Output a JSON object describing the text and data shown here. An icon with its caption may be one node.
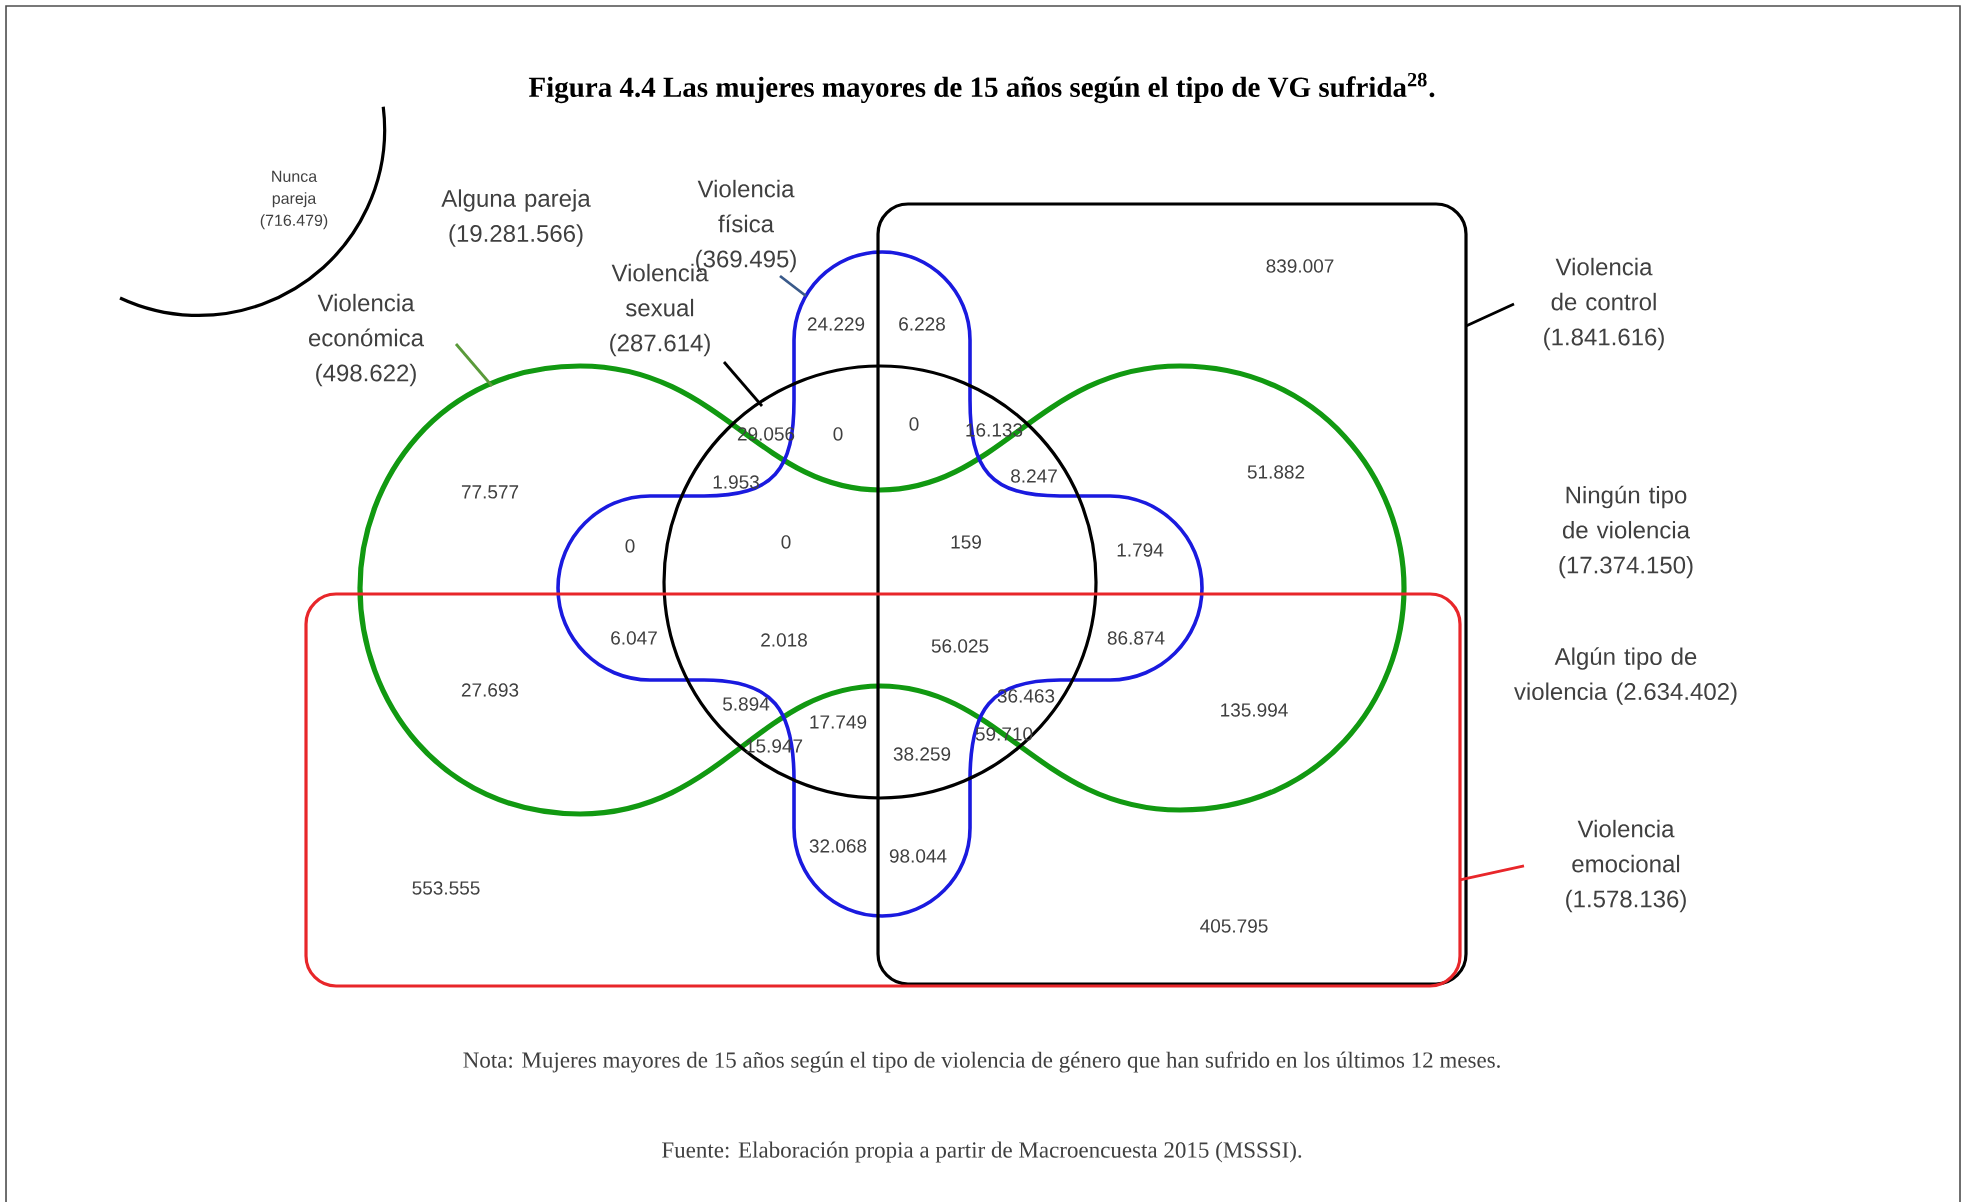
{
  "diagram": {
    "title": "Figura 4.4 Las mujeres mayores de 15 años según el tipo de VG sufrida$^{28}$.",
    "caption": "Nota: Mujeres mayores de 15 años según el tipo de violencia de género que han sufrido en los últimos 12 meses.",
    "nodes": [
      {
        "text": [
          "Nunca pareja (716.479)"
        ]
      },
      {
        "text": [
          "Violencia económica (498.622)"
        ]
      },
      {
        "text": [
          "Violencia física (369.495)"
        ]
      },
      {
        "text": [
          "Violencia sexual (287.614)"
        ]
      },
      {
        "text": [
          "Violencia de control (1.841.616)"
        ]
      },
      {
        "text": [
          "Violencia emocional (1.578.136)"
        ]
      },
      {
        "text": [],
        "shape": "blob"
      },
      {
        "text": [],
        "shape": "blob"
      },
      {
        "text": [],
        "shape": "circle"
      },
      {
        "text": [],
        "shape": "box"
      },
      {
        "text": [],
        "shape": "box"
      }
    ],
    "edges": [
      {
        "from": 1,
        "to": 6,
        "arrow": "none",
        "color": "#5a9a3a"
      },
      {
        "from": 2,
        "to": 7,
        "arrow": "none",
        "color": "#3a5a8a"
      },
      {
        "from": 3,
        "to": 8,
        "arrow": "none"
      },
      {
        "from": 4,
        "to": 9,
        "arrow": "none"
      },
      {
        "from": 5,
        "to": 10,
        "arrow": "none",
        "color": "#e8262a"
      }
    ],
    "labels": [
      "Alguna pareja (19.281.566)",
      "839.007",
      "24.229",
      "6.228",
      "29.056",
      "0",
      "0",
      "16.133",
      "8.247",
      "51.882",
      "1.953",
      "77.577",
      "Ningún tipo de violencia (17.374.150)",
      "0",
      "0",
      "159",
      "1.794",
      "6.047",
      "2.018",
      "56.025",
      "86.874",
      "Algún tipo de violencia (2.634.402)",
      "27.693",
      "36.463",
      "5.894",
      "135.994",
      "17.749",
      "59.710",
      "15.947",
      "38.259",
      "32.068",
      "98.044",
      "553.555",
      "405.795",
      "Fuente: Elaboración propia a partir de Macroencuesta 2015 (MSSSI)."
    ]
  }
}
